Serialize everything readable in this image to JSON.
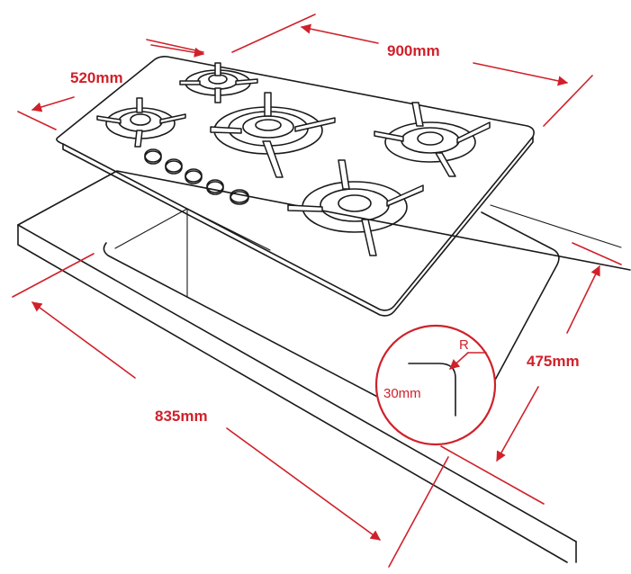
{
  "colors": {
    "accent": "#d0212b",
    "ink": "#1a1a1a",
    "background": "#ffffff"
  },
  "dimensions": {
    "hob_width": "900mm",
    "hob_depth": "520mm",
    "cutout_width": "835mm",
    "cutout_depth": "475mm"
  },
  "corner_detail": {
    "radius_label": "R",
    "radius_value": "30mm"
  },
  "hob": {
    "burner_count": 5,
    "knob_count": 5
  }
}
